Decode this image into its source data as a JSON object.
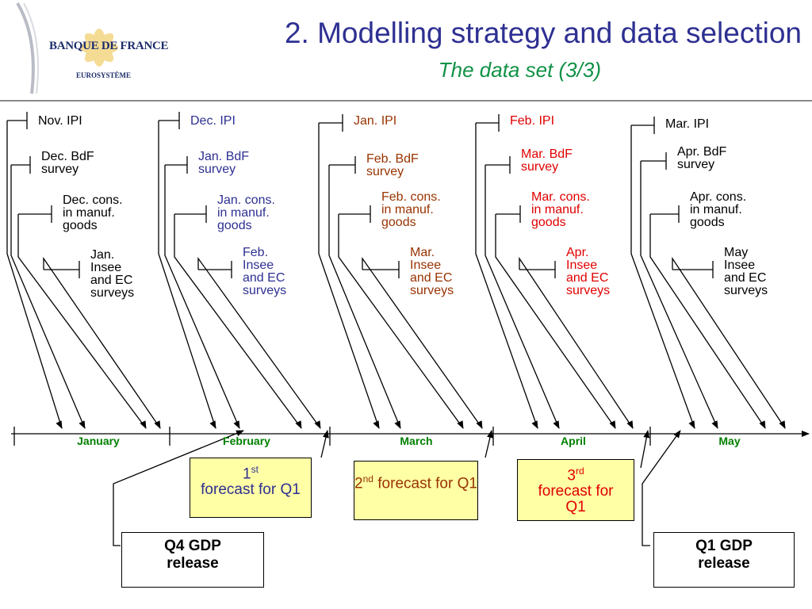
{
  "header": {
    "title": "2. Modelling strategy and data selection",
    "subtitle": "The data set (3/3)",
    "logo": {
      "name": "BANQUE DE FRANCE",
      "tagline": "EUROSYSTÈME"
    }
  },
  "colors": {
    "title": "#2E3092",
    "subtitle": "#109146",
    "months": "#008000",
    "forecast_box": "#ffffa6"
  },
  "months": [
    "January",
    "February",
    "March",
    "April",
    "May"
  ],
  "columns": [
    {
      "ipi": "Nov. IPI",
      "bdf": "Dec. BdF\nsurvey",
      "cons": "Dec. cons.\nin manuf.\ngoods",
      "insee": "Jan.\nInsee\nand EC\nsurveys",
      "color": "#000000"
    },
    {
      "ipi": "Dec. IPI",
      "bdf": "Jan. BdF\nsurvey",
      "cons": "Jan. cons.\nin manuf.\ngoods",
      "insee": "Feb.\nInsee\nand EC\nsurveys",
      "color": "#2E3092"
    },
    {
      "ipi": "Jan. IPI",
      "bdf": "Feb. BdF\nsurvey",
      "cons": "Feb. cons.\nin manuf.\ngoods",
      "insee": "Mar.\nInsee\nand EC\nsurveys",
      "color": "#993300"
    },
    {
      "ipi": "Feb. IPI",
      "bdf": "Mar. BdF\nsurvey",
      "cons": "Mar. cons.\nin manuf.\ngoods",
      "insee": "Apr.\nInsee\nand EC\nsurveys",
      "color": "#e00000"
    },
    {
      "ipi": "Mar. IPI",
      "bdf": "Apr. BdF\nsurvey",
      "cons": "Apr. cons.\nin manuf.\ngoods",
      "insee": "May\nInsee\nand EC\nsurveys",
      "color": "#000000"
    }
  ],
  "forecasts": [
    {
      "num": "1",
      "sup": "st",
      "text": "forecast for Q1",
      "color": "#2E3092"
    },
    {
      "num": "2",
      "sup": "nd",
      "text": "forecast for Q1",
      "color": "#993300"
    },
    {
      "num": "3",
      "sup": "rd",
      "text": "forecast for Q1",
      "color": "#e00000"
    }
  ],
  "releases": [
    "Q4 GDP\nrelease",
    "Q1 GDP\nrelease"
  ]
}
